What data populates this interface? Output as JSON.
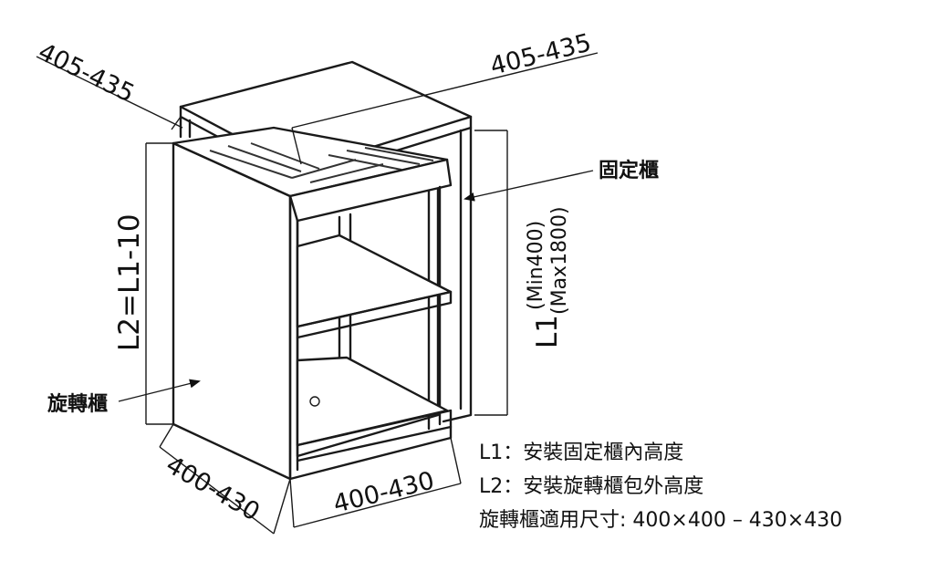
{
  "dimensions": {
    "top_left_depth": "405-435",
    "top_right_width": "405-435",
    "bottom_left_depth": "400-430",
    "bottom_front_width": "400-430",
    "left_height": "L2=L1-10",
    "right_height_label": "L1",
    "right_height_min": "(Min400)",
    "right_height_max": "(Max1800)"
  },
  "labels": {
    "fixed_cabinet": "固定櫃",
    "rotating_cabinet": "旋轉櫃"
  },
  "notes": [
    "L1：安裝固定櫃內高度",
    "L2：安裝旋轉櫃包外高度",
    "旋轉櫃適用尺寸: 400×400 – 430×430"
  ]
}
